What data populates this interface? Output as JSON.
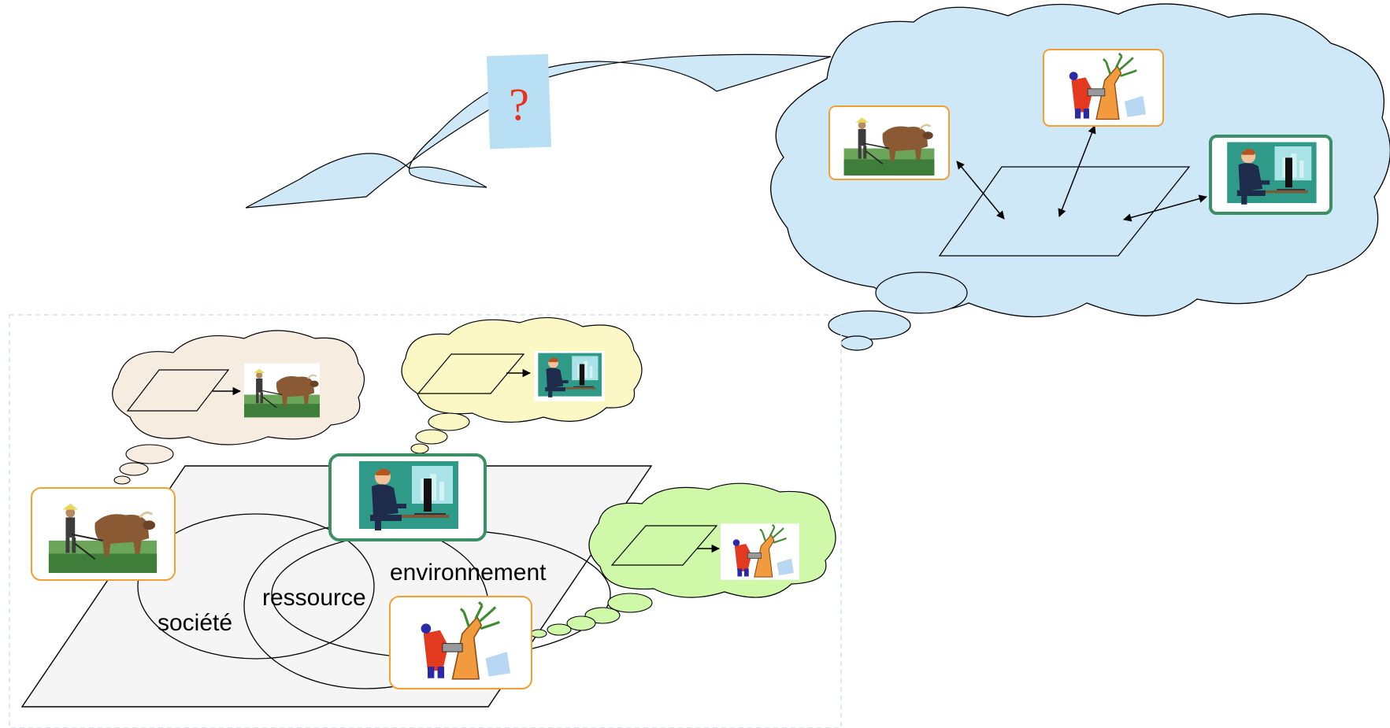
{
  "question_mark": "?",
  "labels": {
    "society": "société",
    "resource": "ressource",
    "environment": "environnement"
  },
  "actors": [
    {
      "id": "farmer",
      "icon": "farmer-ox-plow-icon"
    },
    {
      "id": "scientist",
      "icon": "person-at-computer-icon"
    },
    {
      "id": "logger",
      "icon": "lumberjack-tree-icon"
    }
  ],
  "colors": {
    "cloud_blue": "#cfe8f8",
    "cloud_beige": "#f7ece0",
    "cloud_yellow": "#fbf8c5",
    "cloud_green": "#cff9a8",
    "plane_fill": "#f5f5f5",
    "frame_orange": "#f3a033",
    "frame_green": "#3b8f64",
    "dashed_border": "#cfe3ee",
    "question_color": "#e8321c"
  }
}
